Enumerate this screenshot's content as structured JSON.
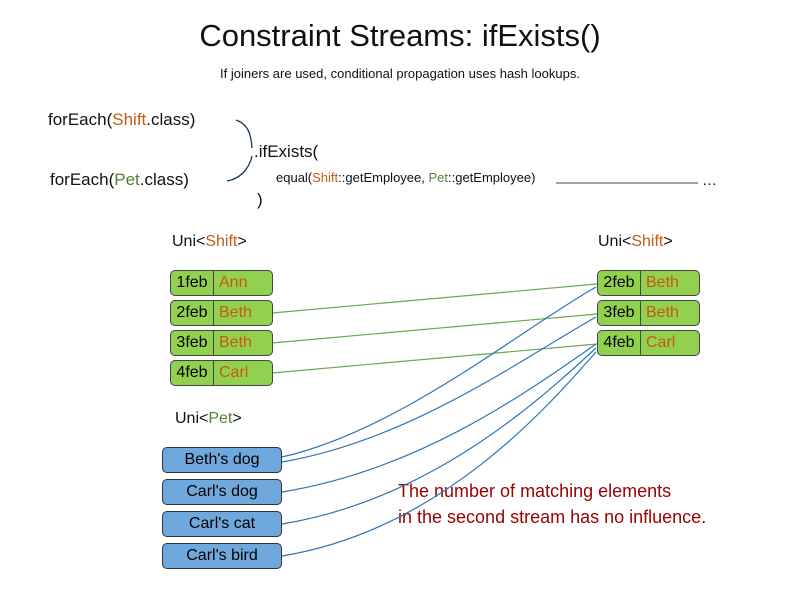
{
  "title": "Constraint Streams: ifExists()",
  "subtitle": "If joiners are used, conditional propagation uses hash lookups.",
  "code": {
    "foreach_shift_prefix": "forEach(",
    "foreach_shift_class": "Shift",
    "foreach_shift_suffix": ".class)",
    "foreach_pet_prefix": "forEach(",
    "foreach_pet_class": "Pet",
    "foreach_pet_suffix": ".class)",
    "if_exists": ".ifExists(",
    "equal_prefix": "equal(",
    "equal_shift": "Shift",
    "equal_mid": "::getEmployee, ",
    "equal_pet": "Pet",
    "equal_suffix": "::getEmployee)",
    "ellipsis": "…",
    "close_paren": ")"
  },
  "uni_shift_left": {
    "label_prefix": "Uni<",
    "label_class": "Shift",
    "label_suffix": ">",
    "rows": [
      {
        "date": "1feb",
        "name": "Ann"
      },
      {
        "date": "2feb",
        "name": "Beth"
      },
      {
        "date": "3feb",
        "name": "Beth"
      },
      {
        "date": "4feb",
        "name": "Carl"
      }
    ]
  },
  "uni_shift_right": {
    "label_prefix": "Uni<",
    "label_class": "Shift",
    "label_suffix": ">",
    "rows": [
      {
        "date": "2feb",
        "name": "Beth"
      },
      {
        "date": "3feb",
        "name": "Beth"
      },
      {
        "date": "4feb",
        "name": "Carl"
      }
    ]
  },
  "uni_pet": {
    "label_prefix": "Uni<",
    "label_class": "Pet",
    "label_suffix": ">",
    "rows": [
      {
        "name": "Beth's dog"
      },
      {
        "name": "Carl's dog"
      },
      {
        "name": "Carl's cat"
      },
      {
        "name": "Carl's bird"
      }
    ]
  },
  "note": {
    "line1": "The number of matching elements",
    "line2": "in the second stream has no influence."
  },
  "colors": {
    "shift_text": "#c55a11",
    "pet_text": "#538135",
    "shift_box_bg": "#92d050",
    "pet_box_bg": "#6fa8dc",
    "note_text": "#990000",
    "green_line": "#6aa84f",
    "blue_line": "#2e75b6"
  }
}
